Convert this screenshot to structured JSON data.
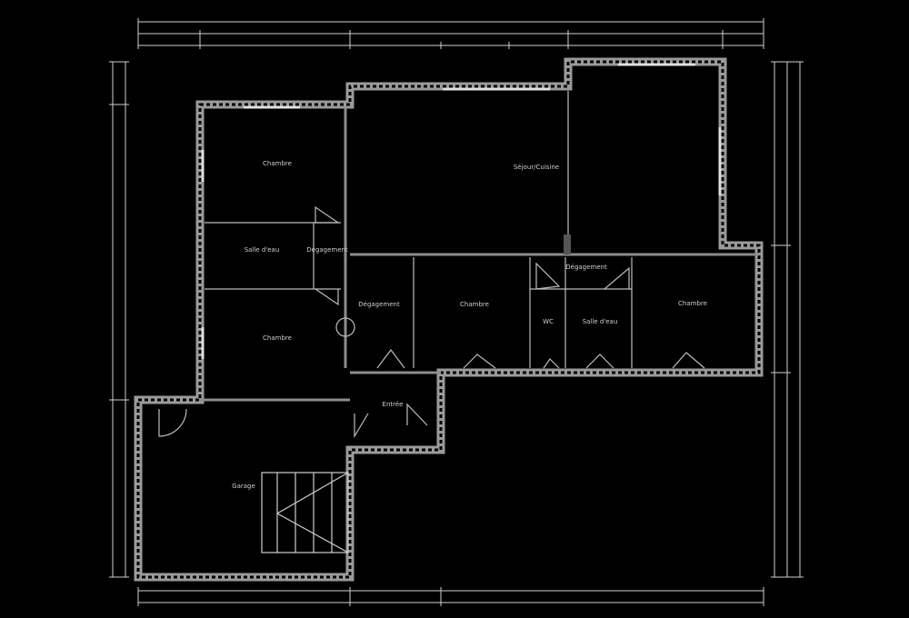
{
  "plan": {
    "background": "#000000",
    "wall_color": "#9a9a9a",
    "line_color": "#cfcfcf",
    "rooms": [
      {
        "name": "Chambre"
      },
      {
        "name": "Salle d'eau"
      },
      {
        "name": "Dégagement"
      },
      {
        "name": "Chambre"
      },
      {
        "name": "Séjour/Cuisine"
      },
      {
        "name": "Dégagement"
      },
      {
        "name": "Chambre"
      },
      {
        "name": "WC"
      },
      {
        "name": "Dégagement"
      },
      {
        "name": "Salle d'eau"
      },
      {
        "name": "Chambre"
      },
      {
        "name": "Entrée"
      },
      {
        "name": "Garage"
      }
    ]
  }
}
